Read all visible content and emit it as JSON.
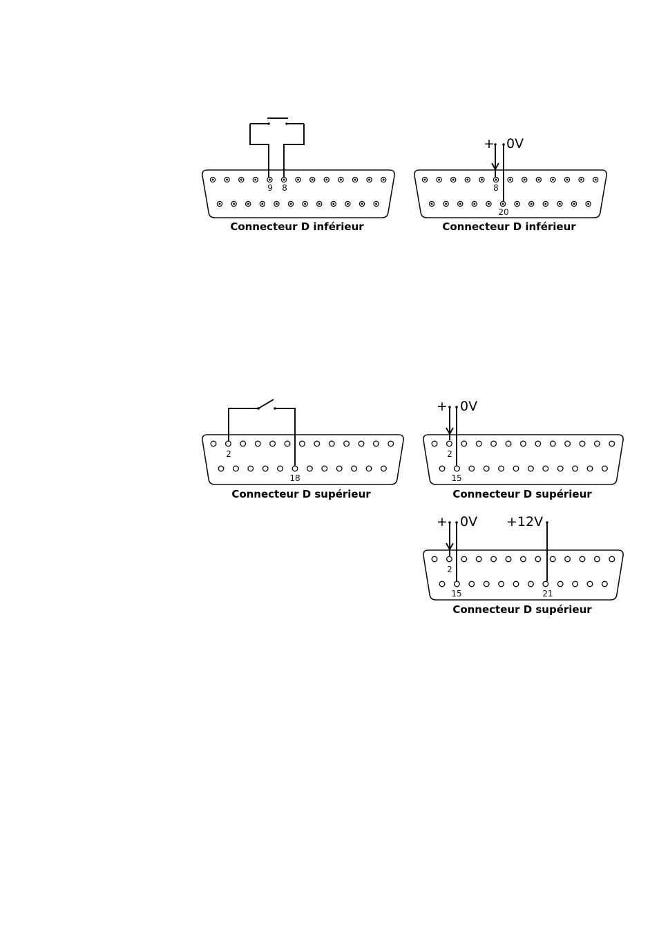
{
  "diagrams": {
    "d1": {
      "caption": "Connecteur D inférieur",
      "pin_a": "9",
      "pin_b": "8"
    },
    "d2": {
      "caption": "Connecteur D inférieur",
      "plus": "+",
      "zero": "0V",
      "pin_a": "8",
      "pin_b": "20"
    },
    "d3": {
      "caption": "Connecteur D supérieur",
      "pin_a": "2",
      "pin_b": "18"
    },
    "d4": {
      "caption": "Connecteur D supérieur",
      "plus": "+",
      "zero": "0V",
      "pin_a": "2",
      "pin_b": "15"
    },
    "d5": {
      "caption": "Connecteur D supérieur",
      "plus": "+",
      "zero": "0V",
      "twelve": "+12V",
      "pin_a": "2",
      "pin_b": "15",
      "pin_c": "21"
    }
  }
}
